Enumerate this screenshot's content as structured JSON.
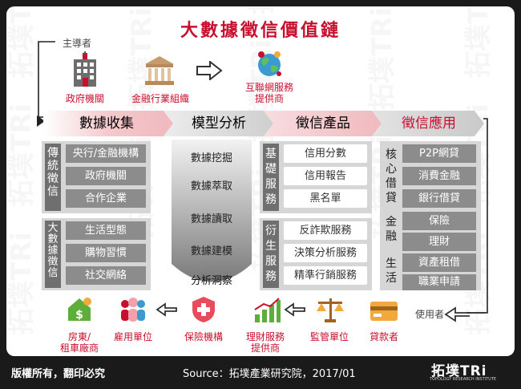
{
  "title": "大數據徵信價值鏈",
  "top": {
    "leader_label": "主導者",
    "gov": "政府機關",
    "fin": "金融行業組織",
    "internet": [
      "互聯網服務",
      "提供商"
    ]
  },
  "stages": [
    "數據收集",
    "模型分析",
    "徵信產品",
    "徵信應用"
  ],
  "collect": {
    "traditional_label": "傳統徵信",
    "traditional": [
      "央行/金融機構",
      "政府機關",
      "合作企業"
    ],
    "bigdata_label": "大數據徵信",
    "bigdata": [
      "生活型態",
      "購物習慣",
      "社交網絡"
    ]
  },
  "model": [
    "數據挖掘",
    "數據萃取",
    "數據讀取",
    "數據建模",
    "分析洞察"
  ],
  "products": {
    "basic_label": "基礎服務",
    "basic": [
      "信用分數",
      "信用報告",
      "黑名單"
    ],
    "derived_label": "衍生服務",
    "derived": [
      "反詐欺服務",
      "決策分析服務",
      "精準行銷服務"
    ]
  },
  "apps": {
    "core_label": "核心借貸",
    "core": [
      "P2P網貸",
      "消費金融",
      "銀行借貸"
    ],
    "finance_label": "金融",
    "finance": [
      "保險",
      "理財"
    ],
    "life_label": "生活",
    "life": [
      "資產租借",
      "職業申請"
    ]
  },
  "users_label": "使用者",
  "bottom": [
    [
      "房東/",
      "租車廠商"
    ],
    [
      "雇用單位"
    ],
    [
      "保險機構"
    ],
    [
      "理財服務",
      "提供商"
    ],
    [
      "監管單位"
    ],
    [
      "貸款者"
    ]
  ],
  "footer": {
    "copyright": "版權所有，翻印必究",
    "source": "Source：拓墣產業研究院，2017/01",
    "logo_main": "拓墣TRi",
    "logo_sub": "TOPOLOGY RESEARCH INSTITUTE"
  },
  "watermark": "拓墣TRi",
  "colors": {
    "accent": "#c8102e",
    "stage_pink": "#f4c9cd",
    "stage_gray": "#d4d4d4",
    "box_gray": "#8c8c8c",
    "side_gray": "#6f6f6f",
    "dark": "#1a1a1a"
  }
}
